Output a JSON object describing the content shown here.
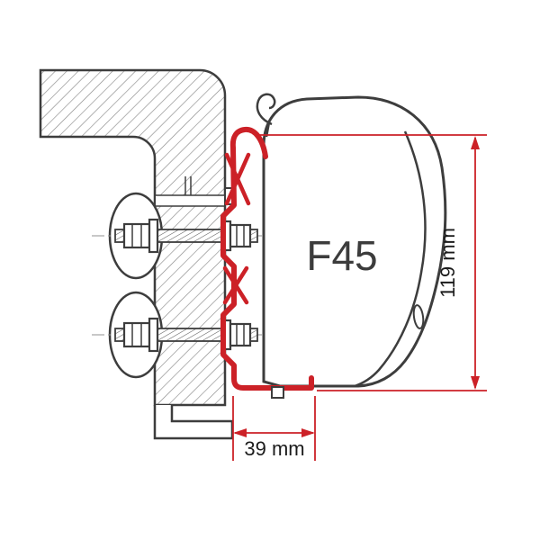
{
  "diagram": {
    "product_label": "F45",
    "dimensions": {
      "height_label": "119 mm",
      "depth_label": "39 mm"
    },
    "colors": {
      "bracket_red": "#cc2127",
      "dimension_red": "#cc2127",
      "outline_gray": "#3d3d3d",
      "text_black": "#1b1b1b"
    },
    "parts": [
      "wall-cross-section",
      "mounting-pad-upper",
      "mounting-pad-lower",
      "mounting-bolt-upper",
      "mounting-bolt-lower",
      "adapter-bracket",
      "awning-case-profile"
    ]
  }
}
